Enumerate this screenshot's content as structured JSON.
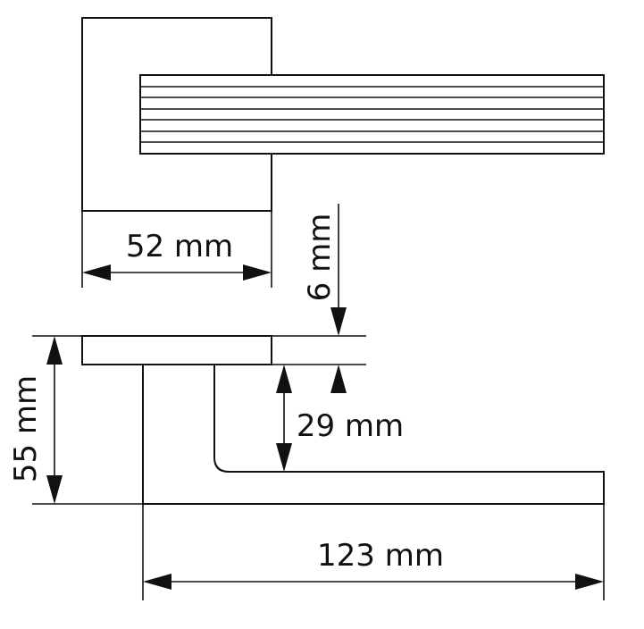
{
  "dimensions": {
    "rose_width": "52 mm",
    "rose_thickness": "6 mm",
    "lever_drop": "29 mm",
    "overall_height": "55 mm",
    "lever_length": "123 mm"
  },
  "colors": {
    "line": "#111111",
    "background": "#ffffff"
  }
}
